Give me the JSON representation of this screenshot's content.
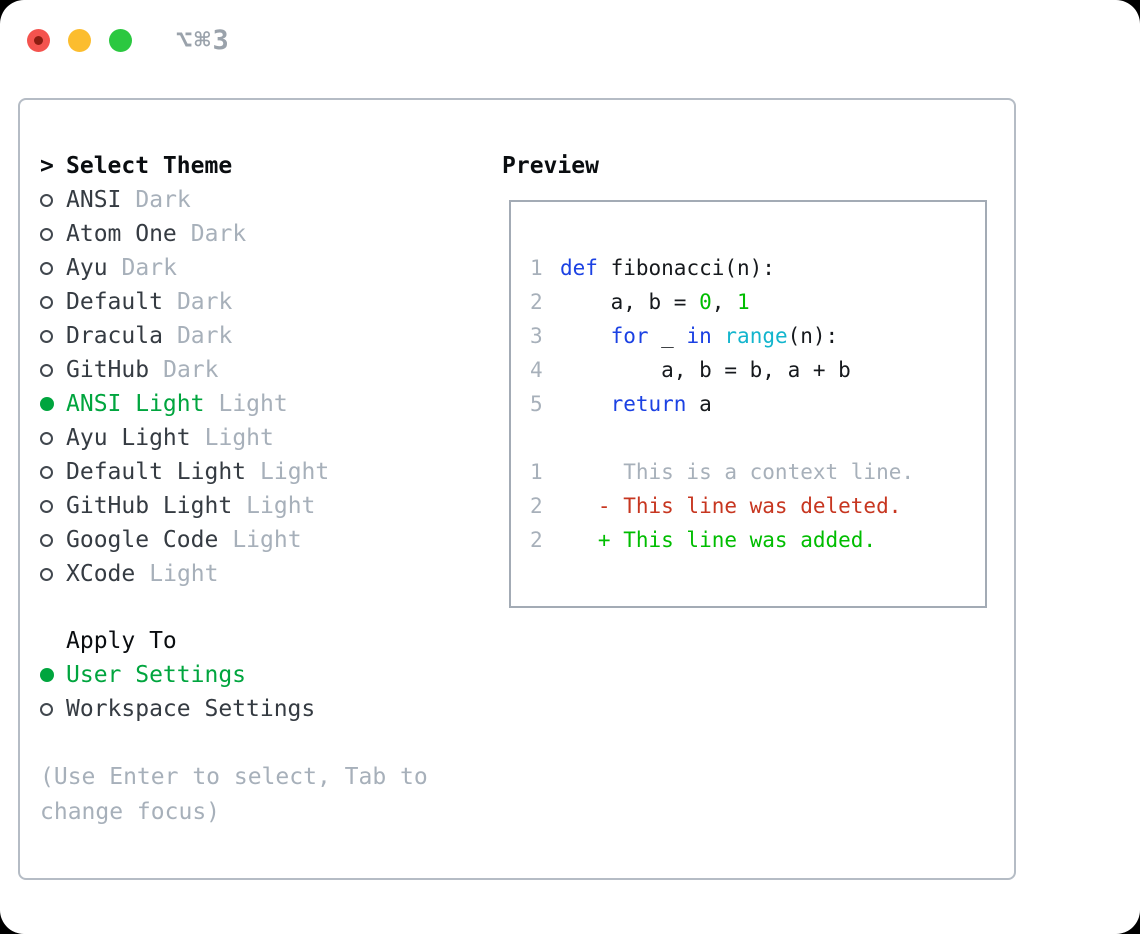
{
  "titlebar": {
    "shortcut": "⌥⌘3",
    "lights": [
      "close",
      "minimize",
      "zoom"
    ]
  },
  "theme_panel": {
    "prompt": ">",
    "header": "Select Theme",
    "themes": [
      {
        "name": "ANSI",
        "tag": "Dark",
        "selected": false
      },
      {
        "name": "Atom One",
        "tag": "Dark",
        "selected": false
      },
      {
        "name": "Ayu",
        "tag": "Dark",
        "selected": false
      },
      {
        "name": "Default",
        "tag": "Dark",
        "selected": false
      },
      {
        "name": "Dracula",
        "tag": "Dark",
        "selected": false
      },
      {
        "name": "GitHub",
        "tag": "Dark",
        "selected": false
      },
      {
        "name": "ANSI Light",
        "tag": "Light",
        "selected": true
      },
      {
        "name": "Ayu Light",
        "tag": "Light",
        "selected": false
      },
      {
        "name": "Default Light",
        "tag": "Light",
        "selected": false
      },
      {
        "name": "GitHub Light",
        "tag": "Light",
        "selected": false
      },
      {
        "name": "Google Code",
        "tag": "Light",
        "selected": false
      },
      {
        "name": "XCode",
        "tag": "Light",
        "selected": false
      }
    ],
    "apply_to": {
      "header": "Apply To",
      "options": [
        {
          "label": "User Settings",
          "selected": true
        },
        {
          "label": "Workspace Settings",
          "selected": false
        }
      ]
    },
    "hint": "(Use Enter to select, Tab to change focus)"
  },
  "preview": {
    "header": "Preview",
    "code_lines": [
      {
        "num": "1",
        "segments": [
          {
            "t": "def",
            "c": "blue"
          },
          {
            "t": " fibonacci(n):",
            "c": "fg"
          }
        ]
      },
      {
        "num": "2",
        "segments": [
          {
            "t": "    a, b = ",
            "c": "fg"
          },
          {
            "t": "0",
            "c": "green"
          },
          {
            "t": ", ",
            "c": "fg"
          },
          {
            "t": "1",
            "c": "green"
          }
        ]
      },
      {
        "num": "3",
        "segments": [
          {
            "t": "    ",
            "c": "fg"
          },
          {
            "t": "for",
            "c": "blue"
          },
          {
            "t": " _ ",
            "c": "fg"
          },
          {
            "t": "in",
            "c": "blue"
          },
          {
            "t": " ",
            "c": "fg"
          },
          {
            "t": "range",
            "c": "cyan"
          },
          {
            "t": "(n):",
            "c": "fg"
          }
        ]
      },
      {
        "num": "4",
        "segments": [
          {
            "t": "        a, b = b, a + b",
            "c": "fg"
          }
        ]
      },
      {
        "num": "5",
        "segments": [
          {
            "t": "    ",
            "c": "fg"
          },
          {
            "t": "return",
            "c": "blue"
          },
          {
            "t": " a",
            "c": "fg"
          }
        ]
      },
      {
        "num": "",
        "segments": []
      },
      {
        "num": "1",
        "segments": [
          {
            "t": "     This is a context line.",
            "c": "dim"
          }
        ]
      },
      {
        "num": "2",
        "segments": [
          {
            "t": "   - This line was deleted.",
            "c": "red"
          }
        ]
      },
      {
        "num": "2",
        "segments": [
          {
            "t": "   + This line was added.",
            "c": "green"
          }
        ]
      }
    ]
  },
  "colors": {
    "tl-red": "#f4534e",
    "tl-red-dot": "#8c1d12",
    "tl-yellow": "#fcbd2e",
    "tl-green": "#2bc840",
    "titlebar-text": "#9aa2ab",
    "panel-border": "#b5bcc5",
    "preview-border": "#a3abb5",
    "header-fg": "#0a0d10",
    "item-fg": "#353b42",
    "code-fg": "#16191d",
    "dim": "#a7b0ba",
    "radio-ring": "#42484f",
    "green-ui": "#00a53e",
    "green-code": "#00bd00",
    "red": "#c73620",
    "blue": "#1b41e3",
    "cyan": "#13b5cd"
  }
}
